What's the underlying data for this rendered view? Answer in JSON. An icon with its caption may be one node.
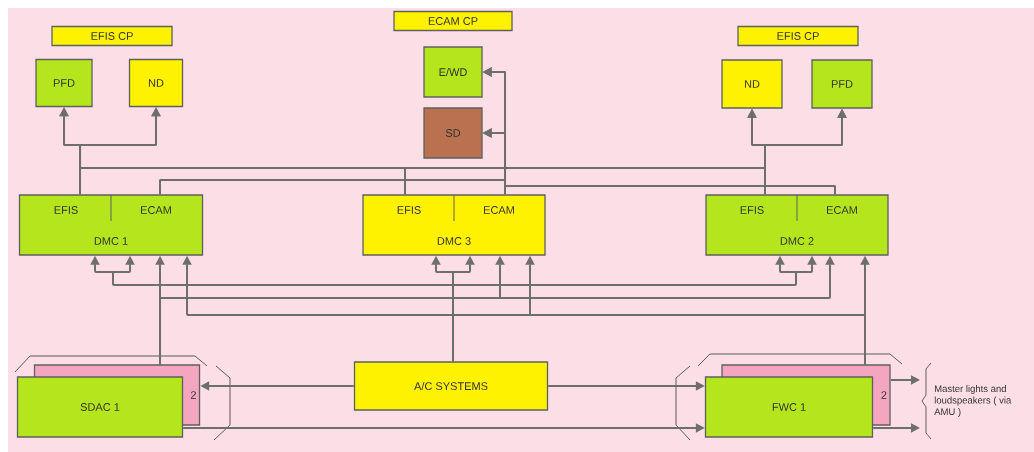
{
  "diagram": {
    "nodes": [
      {
        "text": [
          "EFIS CP"
        ]
      },
      {
        "text": [
          "PFD"
        ]
      },
      {
        "text": [
          "ND"
        ]
      },
      {
        "text": [
          "ECAM CP"
        ]
      },
      {
        "text": [
          "E/WD"
        ]
      },
      {
        "text": [
          "SD"
        ]
      },
      {
        "text": [
          "EFIS CP"
        ]
      },
      {
        "text": [
          "ND"
        ]
      },
      {
        "text": [
          "PFD"
        ]
      },
      {
        "text": [
          "EFIS",
          "ECAM",
          "DMC 1"
        ]
      },
      {
        "text": [
          "EFIS",
          "ECAM",
          "DMC 3"
        ]
      },
      {
        "text": [
          "EFIS",
          "ECAM",
          "DMC 2"
        ]
      },
      {
        "text": [
          "2"
        ]
      },
      {
        "text": [
          "SDAC 1"
        ]
      },
      {
        "text": [
          "A/C SYSTEMS"
        ]
      },
      {
        "text": [
          "2"
        ]
      },
      {
        "text": [
          "FWC 1"
        ]
      },
      {
        "text": [
          "Master lights and loudspeakers ( via AMU )"
        ]
      }
    ],
    "edges": [
      {
        "from": 9,
        "to": 1,
        "arrow": "to"
      },
      {
        "from": 9,
        "to": 2,
        "arrow": "to"
      },
      {
        "from": 10,
        "to": 1,
        "arrow": "to"
      },
      {
        "from": 10,
        "to": 2,
        "arrow": "to"
      },
      {
        "from": 10,
        "to": 7,
        "arrow": "to"
      },
      {
        "from": 10,
        "to": 8,
        "arrow": "to"
      },
      {
        "from": 11,
        "to": 7,
        "arrow": "to"
      },
      {
        "from": 11,
        "to": 8,
        "arrow": "to"
      },
      {
        "from": 9,
        "to": 4,
        "arrow": "to"
      },
      {
        "from": 9,
        "to": 5,
        "arrow": "to"
      },
      {
        "from": 10,
        "to": 4,
        "arrow": "to"
      },
      {
        "from": 10,
        "to": 5,
        "arrow": "to"
      },
      {
        "from": 11,
        "to": 4,
        "arrow": "to"
      },
      {
        "from": 11,
        "to": 5,
        "arrow": "to"
      },
      {
        "from": 14,
        "to": 9,
        "arrow": "to"
      },
      {
        "from": 14,
        "to": 10,
        "arrow": "to"
      },
      {
        "from": 14,
        "to": 11,
        "arrow": "to"
      },
      {
        "from": 12,
        "to": 9,
        "arrow": "to"
      },
      {
        "from": 12,
        "to": 10,
        "arrow": "to"
      },
      {
        "from": 12,
        "to": 11,
        "arrow": "to"
      },
      {
        "from": 15,
        "to": 9,
        "arrow": "to"
      },
      {
        "from": 15,
        "to": 10,
        "arrow": "to"
      },
      {
        "from": 15,
        "to": 11,
        "arrow": "to"
      },
      {
        "from": 14,
        "to": 12,
        "arrow": "to"
      },
      {
        "from": 14,
        "to": 16,
        "arrow": "to"
      },
      {
        "from": 13,
        "to": 16,
        "arrow": "to"
      },
      {
        "from": 15,
        "to": 17,
        "arrow": "to"
      },
      {
        "from": 16,
        "to": 17,
        "arrow": "to"
      }
    ]
  }
}
